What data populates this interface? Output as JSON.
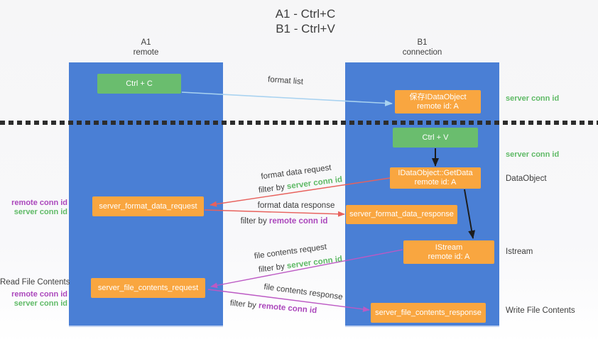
{
  "colors": {
    "column_blue": "#4a7fd5",
    "box_green": "#6abd6e",
    "box_orange": "#f9a640",
    "arrow_light_blue": "#a8d2f0",
    "arrow_red": "#e8615c",
    "arrow_magenta": "#bc59c4",
    "arrow_black": "#1c1c1c",
    "text_green": "#5fba66",
    "text_purple": "#ab47bc",
    "text_dark": "#3d3d3d",
    "dotted_line": "#2d2d2d"
  },
  "title": {
    "line1": "A1 - Ctrl+C",
    "line2": "B1 - Ctrl+V"
  },
  "lifelines": {
    "left": {
      "name": "A1",
      "role": "remote"
    },
    "right": {
      "name": "B1",
      "role": "connection"
    }
  },
  "nodes": {
    "ctrl_c": {
      "label": "Ctrl + C"
    },
    "save_dataobject": {
      "line1": "保存IDataObject",
      "line2": "remote id: A"
    },
    "ctrl_v": {
      "label": "Ctrl + V"
    },
    "getdata": {
      "line1": "IDataObject::GetData",
      "line2": "remote id: A"
    },
    "format_request": {
      "label": "server_format_data_request"
    },
    "format_response": {
      "label": "server_format_data_response"
    },
    "istream": {
      "line1": "IStream",
      "line2": "remote id: A"
    },
    "file_request": {
      "label": "server_file_contents_request"
    },
    "file_response": {
      "label": "server_file_contents_response"
    }
  },
  "flow_labels": {
    "format_list": "format list",
    "format_data_request": "format data request",
    "format_data_response": "format data response",
    "file_contents_request": "file contents request",
    "file_contents_response": "file contents response",
    "filter_by": "filter by",
    "server_conn_id": "server conn id",
    "remote_conn_id": "remote conn id"
  },
  "side_labels": {
    "left": {
      "remote_conn_id_1": "remote conn id",
      "server_conn_id_1": "server conn id",
      "read_file_contents": "Read File Contents",
      "remote_conn_id_2": "remote conn id",
      "server_conn_id_2": "server conn id"
    },
    "right": {
      "server_conn_id_top": "server conn id",
      "server_conn_id_mid": "server conn id",
      "dataobject": "DataObject",
      "istream": "Istream",
      "write_file_contents": "Write File Contents"
    }
  }
}
